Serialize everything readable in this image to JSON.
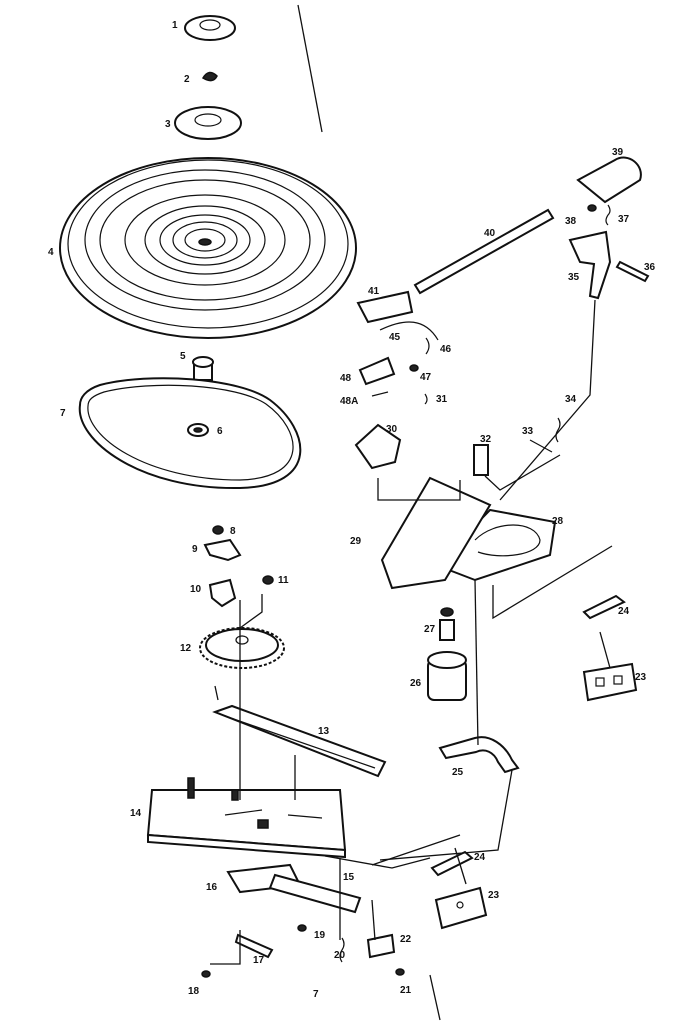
{
  "labels": {
    "l1": "1",
    "l2": "2",
    "l3": "3",
    "l4": "4",
    "l5": "5",
    "l6": "6",
    "l7a": "7",
    "l8": "8",
    "l9": "9",
    "l10": "10",
    "l11": "11",
    "l12": "12",
    "l13": "13",
    "l14": "14",
    "l15": "15",
    "l16": "16",
    "l17": "17",
    "l18": "18",
    "l19": "19",
    "l20": "20",
    "l21": "21",
    "l22": "22",
    "l23a": "23",
    "l23b": "23",
    "l24a": "24",
    "l24b": "24",
    "l25": "25",
    "l26": "26",
    "l27": "27",
    "l28": "28",
    "l29": "29",
    "l30": "30",
    "l31": "31",
    "l32": "32",
    "l33": "33",
    "l34": "34",
    "l35": "35",
    "l36": "36",
    "l37": "37",
    "l38": "38",
    "l39": "39",
    "l40": "40",
    "l41": "41",
    "l45": "45",
    "l46": "46",
    "l47": "47",
    "l48": "48",
    "l48a": "48A",
    "l7b": "7"
  }
}
